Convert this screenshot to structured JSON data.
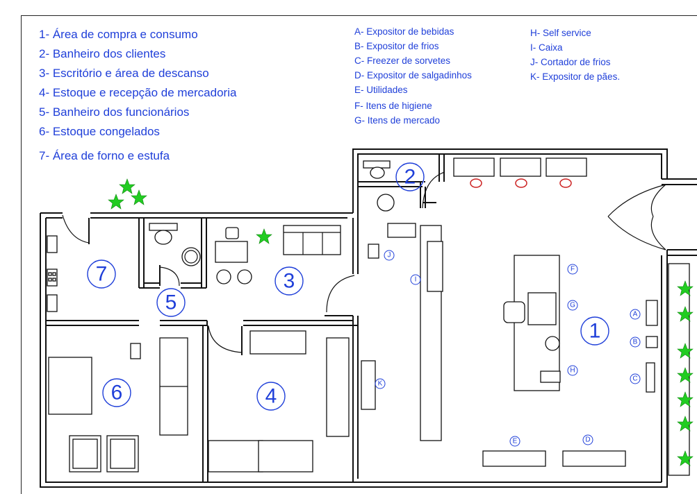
{
  "legend_numbers": [
    "1- Área de compra e consumo",
    "2- Banheiro dos clientes",
    "3- Escritório e área de descanso",
    "4- Estoque e recepção de mercadoria",
    "5- Banheiro dos funcionários",
    "6- Estoque congelados",
    "7- Área de forno e estufa"
  ],
  "legend_letters_col1": [
    "A- Expositor de bebidas",
    "B- Expositor de frios",
    "C- Freezer de sorvetes",
    "D- Expositor de salgadinhos",
    "E- Utilidades",
    "F- Itens de higiene",
    "G- Itens de mercado"
  ],
  "legend_letters_col2": [
    "H- Self service",
    "I- Caixa",
    "J- Cortador de frios",
    "K- Expositor de pães."
  ],
  "rooms": [
    "1",
    "2",
    "3",
    "4",
    "5",
    "6",
    "7"
  ],
  "markers": [
    "A",
    "B",
    "C",
    "D",
    "E",
    "F",
    "G",
    "H",
    "I",
    "J",
    "K"
  ],
  "colors": {
    "label_blue": "#1f3fd9",
    "plant_green": "#22cc22",
    "chair_red": "#cc2222",
    "wall": "#111111"
  }
}
